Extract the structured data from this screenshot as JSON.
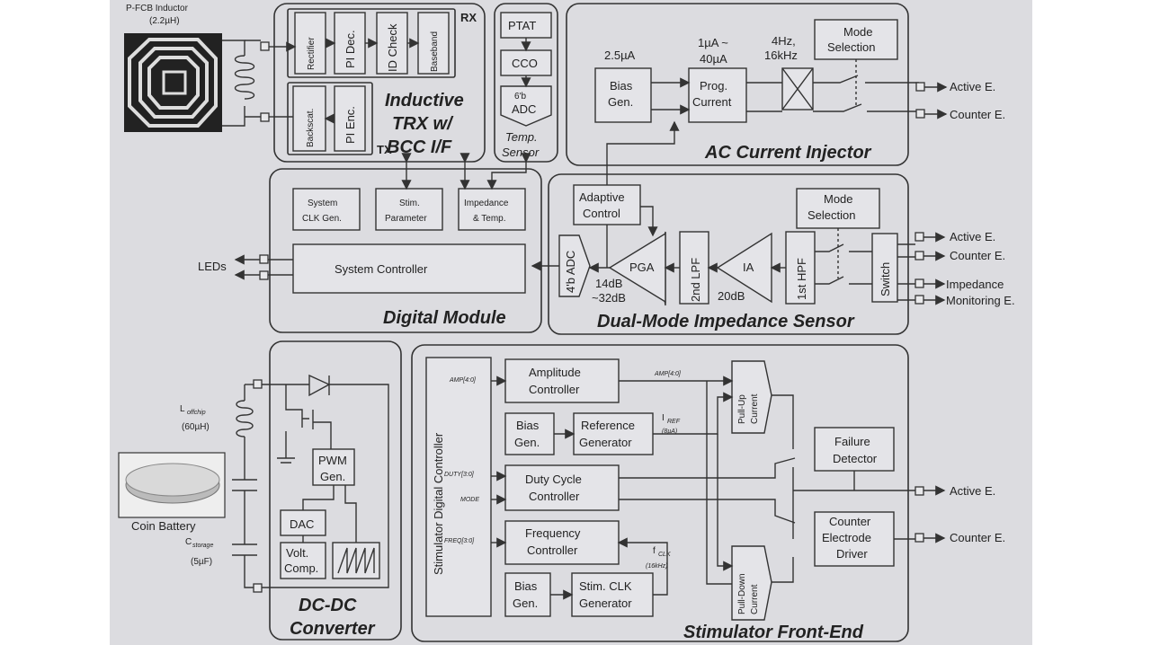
{
  "top_left": {
    "inductor_label": "P-FCB Inductor",
    "inductor_value": "(2.2µH)"
  },
  "trx": {
    "rx_label": "RX",
    "tx_label": "TX",
    "rx_blocks": [
      "Rectifier",
      "PI Dec.",
      "ID Check",
      "Baseband"
    ],
    "tx_blocks": [
      "Backscat.",
      "PI Enc."
    ],
    "title_line1": "Inductive",
    "title_line2": "TRX w/",
    "title_line3": "BCC I/F"
  },
  "temp": {
    "ptat": "PTAT",
    "cco": "CCO",
    "adc_line1": "6'b",
    "adc_line2": "ADC",
    "title_line1": "Temp.",
    "title_line2": "Sensor"
  },
  "ac": {
    "bias_line1": "Bias",
    "bias_line2": "Gen.",
    "bias_current": "2.5µA",
    "prog_current_label1": "1µA ~",
    "prog_current_label2": "40µA",
    "prog_line1": "Prog.",
    "prog_line2": "Current",
    "freq_label1": "4Hz,",
    "freq_label2": "16kHz",
    "mode_line1": "Mode",
    "mode_line2": "Selection",
    "active": "Active E.",
    "counter": "Counter E.",
    "title": "AC Current Injector"
  },
  "digital": {
    "sys_clk1": "System",
    "sys_clk2": "CLK Gen.",
    "stim_param1": "Stim.",
    "stim_param2": "Parameter",
    "imp_temp1": "Impedance",
    "imp_temp2": "& Temp.",
    "controller": "System Controller",
    "leds": "LEDs",
    "title": "Digital Module"
  },
  "imp": {
    "adaptive1": "Adaptive",
    "adaptive2": "Control",
    "mode1": "Mode",
    "mode2": "Selection",
    "adc": "4'b ADC",
    "pga": "PGA",
    "pga_gain1": "14dB",
    "pga_gain2": "~32dB",
    "lpf": "2nd LPF",
    "ia": "IA",
    "ia_gain": "20dB",
    "hpf": "1st HPF",
    "switch": "Switch",
    "active": "Active E.",
    "counter": "Counter E.",
    "impedance": "Impedance",
    "monitoring": "Monitoring E.",
    "title": "Dual-Mode Impedance Sensor"
  },
  "dcdc": {
    "l_offchip": "L",
    "l_sub": "offchip",
    "l_value": "(60µH)",
    "coin": "Coin Battery",
    "c_label": "C",
    "c_sub": "storage",
    "c_value": "(5µF)",
    "pwm1": "PWM",
    "pwm2": "Gen.",
    "dac": "DAC",
    "comp1": "Volt.",
    "comp2": "Comp.",
    "title_line1": "DC-DC",
    "title_line2": "Converter"
  },
  "stim": {
    "digital_ctrl": "Stimulator Digital Controller",
    "amp_sig": "AMP[4:0]",
    "duty_sig": "DUTY[3:0]",
    "mode_sig": "MODE",
    "freq_sig": "FREQ[3:0]",
    "amp1": "Amplitude",
    "amp2": "Controller",
    "amp_bus": "AMP[4:0]",
    "bias1": "Bias",
    "bias2": "Gen.",
    "ref1": "Reference",
    "ref2": "Generator",
    "iref": "I",
    "iref_sub": "REF",
    "iref_val": "(8µA)",
    "duty1": "Duty Cycle",
    "duty2": "Controller",
    "freq1": "Frequency",
    "freq2": "Controller",
    "fclk": "f",
    "fclk_sub": "CLK",
    "fclk_val": "(16kHz)",
    "bias3": "Bias",
    "bias4": "Gen.",
    "clk1": "Stim. CLK",
    "clk2": "Generator",
    "pullup1": "Pull-Up",
    "pullup2": "Current",
    "pulldown1": "Pull-Down",
    "pulldown2": "Current",
    "failure1": "Failure",
    "failure2": "Detector",
    "cedrv1": "Counter",
    "cedrv2": "Electrode",
    "cedrv3": "Driver",
    "active": "Active E.",
    "counter": "Counter E.",
    "title": "Stimulator Front-End"
  }
}
